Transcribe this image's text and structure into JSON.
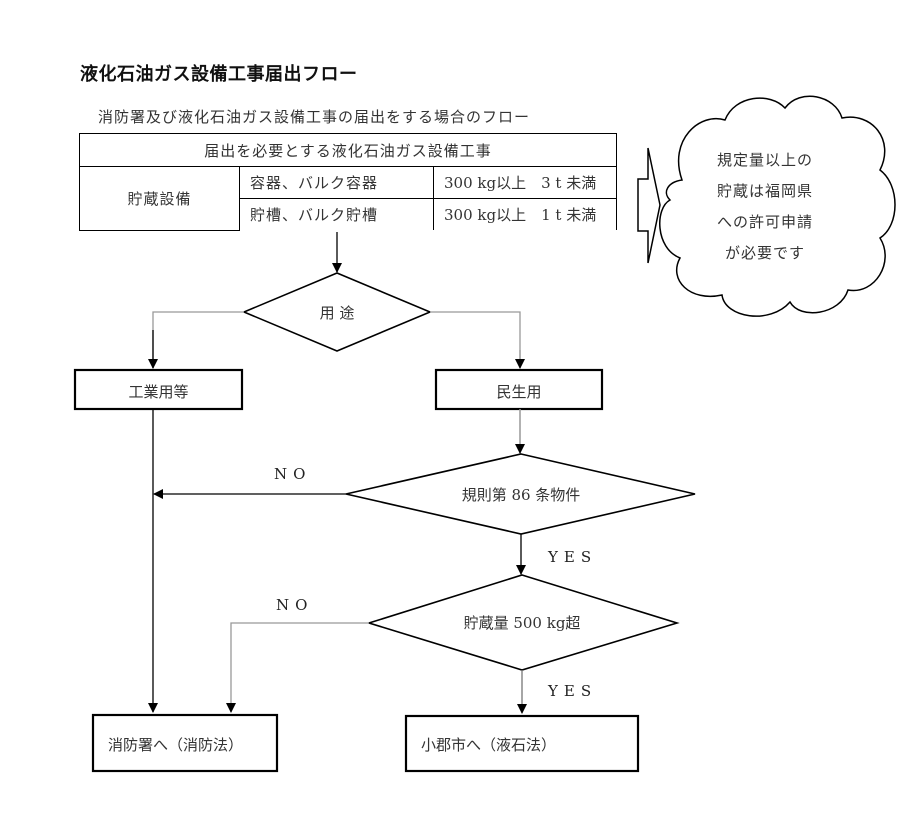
{
  "title": "液化石油ガス設備工事届出フロー",
  "subtitle": "消防署及び液化石油ガス設備工事の届出をする場合のフロー",
  "table": {
    "header": "届出を必要とする液化石油ガス設備工事",
    "category": "貯蔵設備",
    "rows": [
      {
        "item": "容器、バルク容器",
        "range": "300 kg以上　3 t 未満"
      },
      {
        "item": "貯槽、バルク貯槽",
        "range": "300 kg以上　1 t 未満"
      }
    ]
  },
  "callout": {
    "lines": [
      "規定量以上の",
      "貯蔵は福岡県",
      "への許可申請",
      "が必要です"
    ]
  },
  "flow": {
    "decision_usage": "用 途",
    "box_industrial": "工業用等",
    "box_residential": "民生用",
    "decision_rule86": "規則第 86 条物件",
    "decision_storage": "貯蔵量 500 kg超",
    "label_no_1": "NO",
    "label_yes_1": "YES",
    "label_no_2": "NO",
    "label_yes_2": "YES",
    "box_fire_dept": "消防署へ（消防法）",
    "box_city": "小郡市へ（液石法）"
  },
  "colors": {
    "line": "#000000",
    "gray_line": "#999999",
    "text": "#333333"
  }
}
